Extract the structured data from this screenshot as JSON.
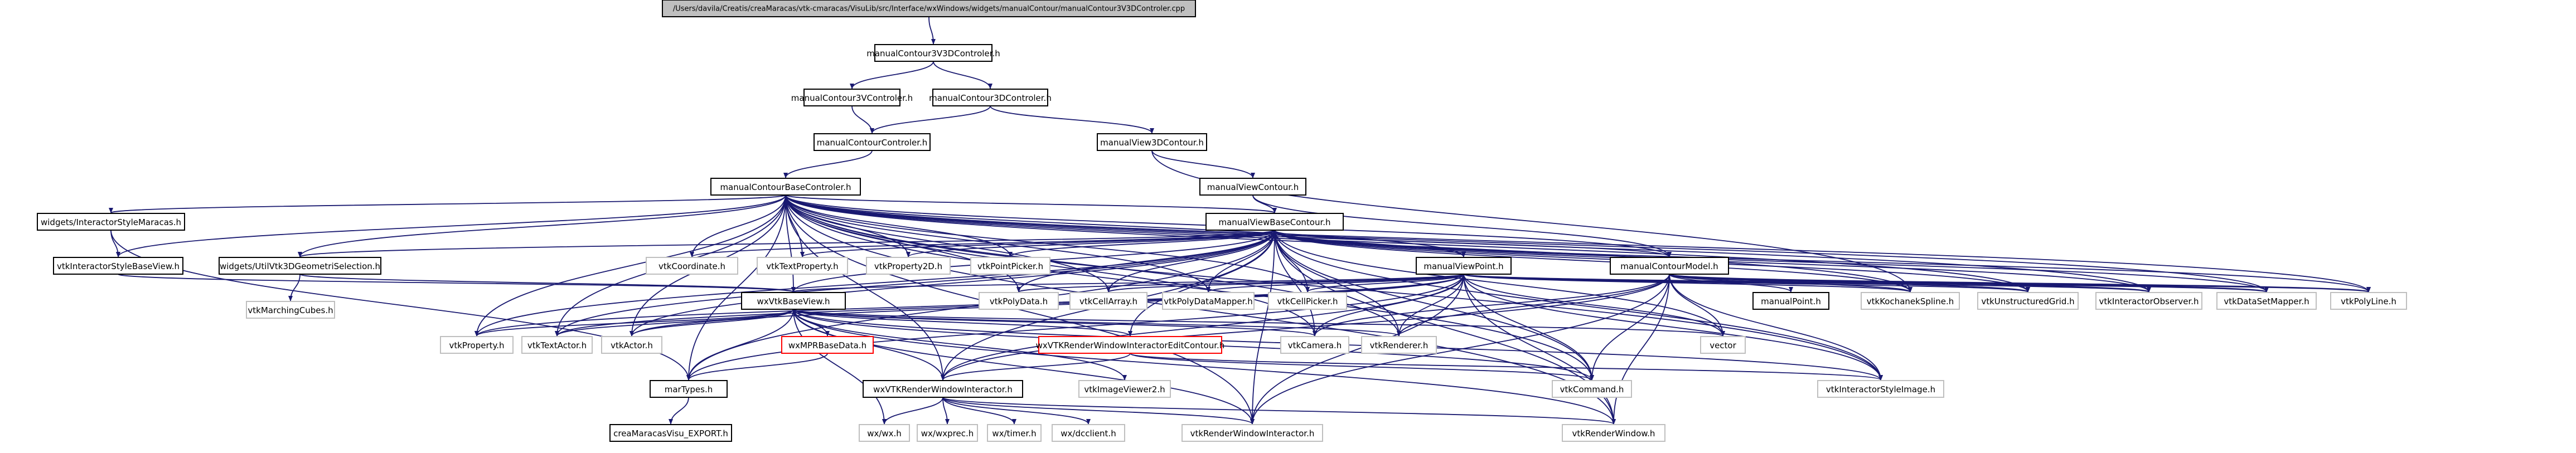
{
  "title": "/Users/davila/Creatis/creaMaracas/vtk-cmaracas/VisuLib/src/Interface/wxWindows/widgets/manualContour/manualContour3V3DControler.cpp",
  "colors": {
    "root_fill": "#bfbfbf",
    "node_border": "#000000",
    "missing_border": "#bfbfbf",
    "red_border": "#ff0000",
    "edge": "#191970"
  },
  "nodes": {
    "root": "/Users/davila/Creatis/creaMaracas/vtk-cmaracas/VisuLib/src/Interface/wxWindows/widgets/manualContour/manualContour3V3DControler.cpp",
    "mc3v3d": "manualContour3V3DControler.h",
    "mc3v": "manualContour3VControler.h",
    "mc3d": "manualContour3DControler.h",
    "mcc": "manualContourControler.h",
    "mv3d": "manualView3DContour.h",
    "mcbc": "manualContourBaseControler.h",
    "mvc": "manualViewContour.h",
    "wism": "widgets/InteractorStyleMaracas.h",
    "mvbc": "manualViewBaseContour.h",
    "visbv": "vtkInteractorStyleBaseView.h",
    "wuv3d": "widgets/UtilVtk3DGeometriSelection.h",
    "vcoord": "vtkCoordinate.h",
    "vtprop": "vtkTextProperty.h",
    "vprop2d": "vtkProperty2D.h",
    "vpp": "vtkPointPicker.h",
    "mvp": "manualViewPoint.h",
    "mcm": "manualContourModel.h",
    "mpt": "manualPoint.h",
    "vmc": "vtkMarchingCubes.h",
    "wxvbv": "wxVtkBaseView.h",
    "vpd": "vtkPolyData.h",
    "vca": "vtkCellArray.h",
    "vpdm": "vtkPolyDataMapper.h",
    "vcp": "vtkCellPicker.h",
    "vks": "vtkKochanekSpline.h",
    "vug": "vtkUnstructuredGrid.h",
    "vio": "vtkInteractorObserver.h",
    "vdsm": "vtkDataSetMapper.h",
    "vpl": "vtkPolyLine.h",
    "vprop": "vtkProperty.h",
    "vta": "vtkTextActor.h",
    "va": "vtkActor.h",
    "wxmpr": "wxMPRBaseData.h",
    "wxvtkriec": "wxVTKRenderWindowInteractorEditContour.h",
    "vcam": "vtkCamera.h",
    "vren": "vtkRenderer.h",
    "vect": "vector",
    "martypes": "marTypes.h",
    "wxvtkri": "wxVTKRenderWindowInteractor.h",
    "viv2": "vtkImageViewer2.h",
    "vcmd": "vtkCommand.h",
    "visi": "vtkInteractorStyleImage.h",
    "cmve": "creaMaracasVisu_EXPORT.h",
    "wxwx": "wx/wx.h",
    "wxprec": "wx/wxprec.h",
    "wxtimer": "wx/timer.h",
    "wxdc": "wx/dcclient.h",
    "vrwi": "vtkRenderWindowInteractor.h",
    "vrw": "vtkRenderWindow.h"
  }
}
